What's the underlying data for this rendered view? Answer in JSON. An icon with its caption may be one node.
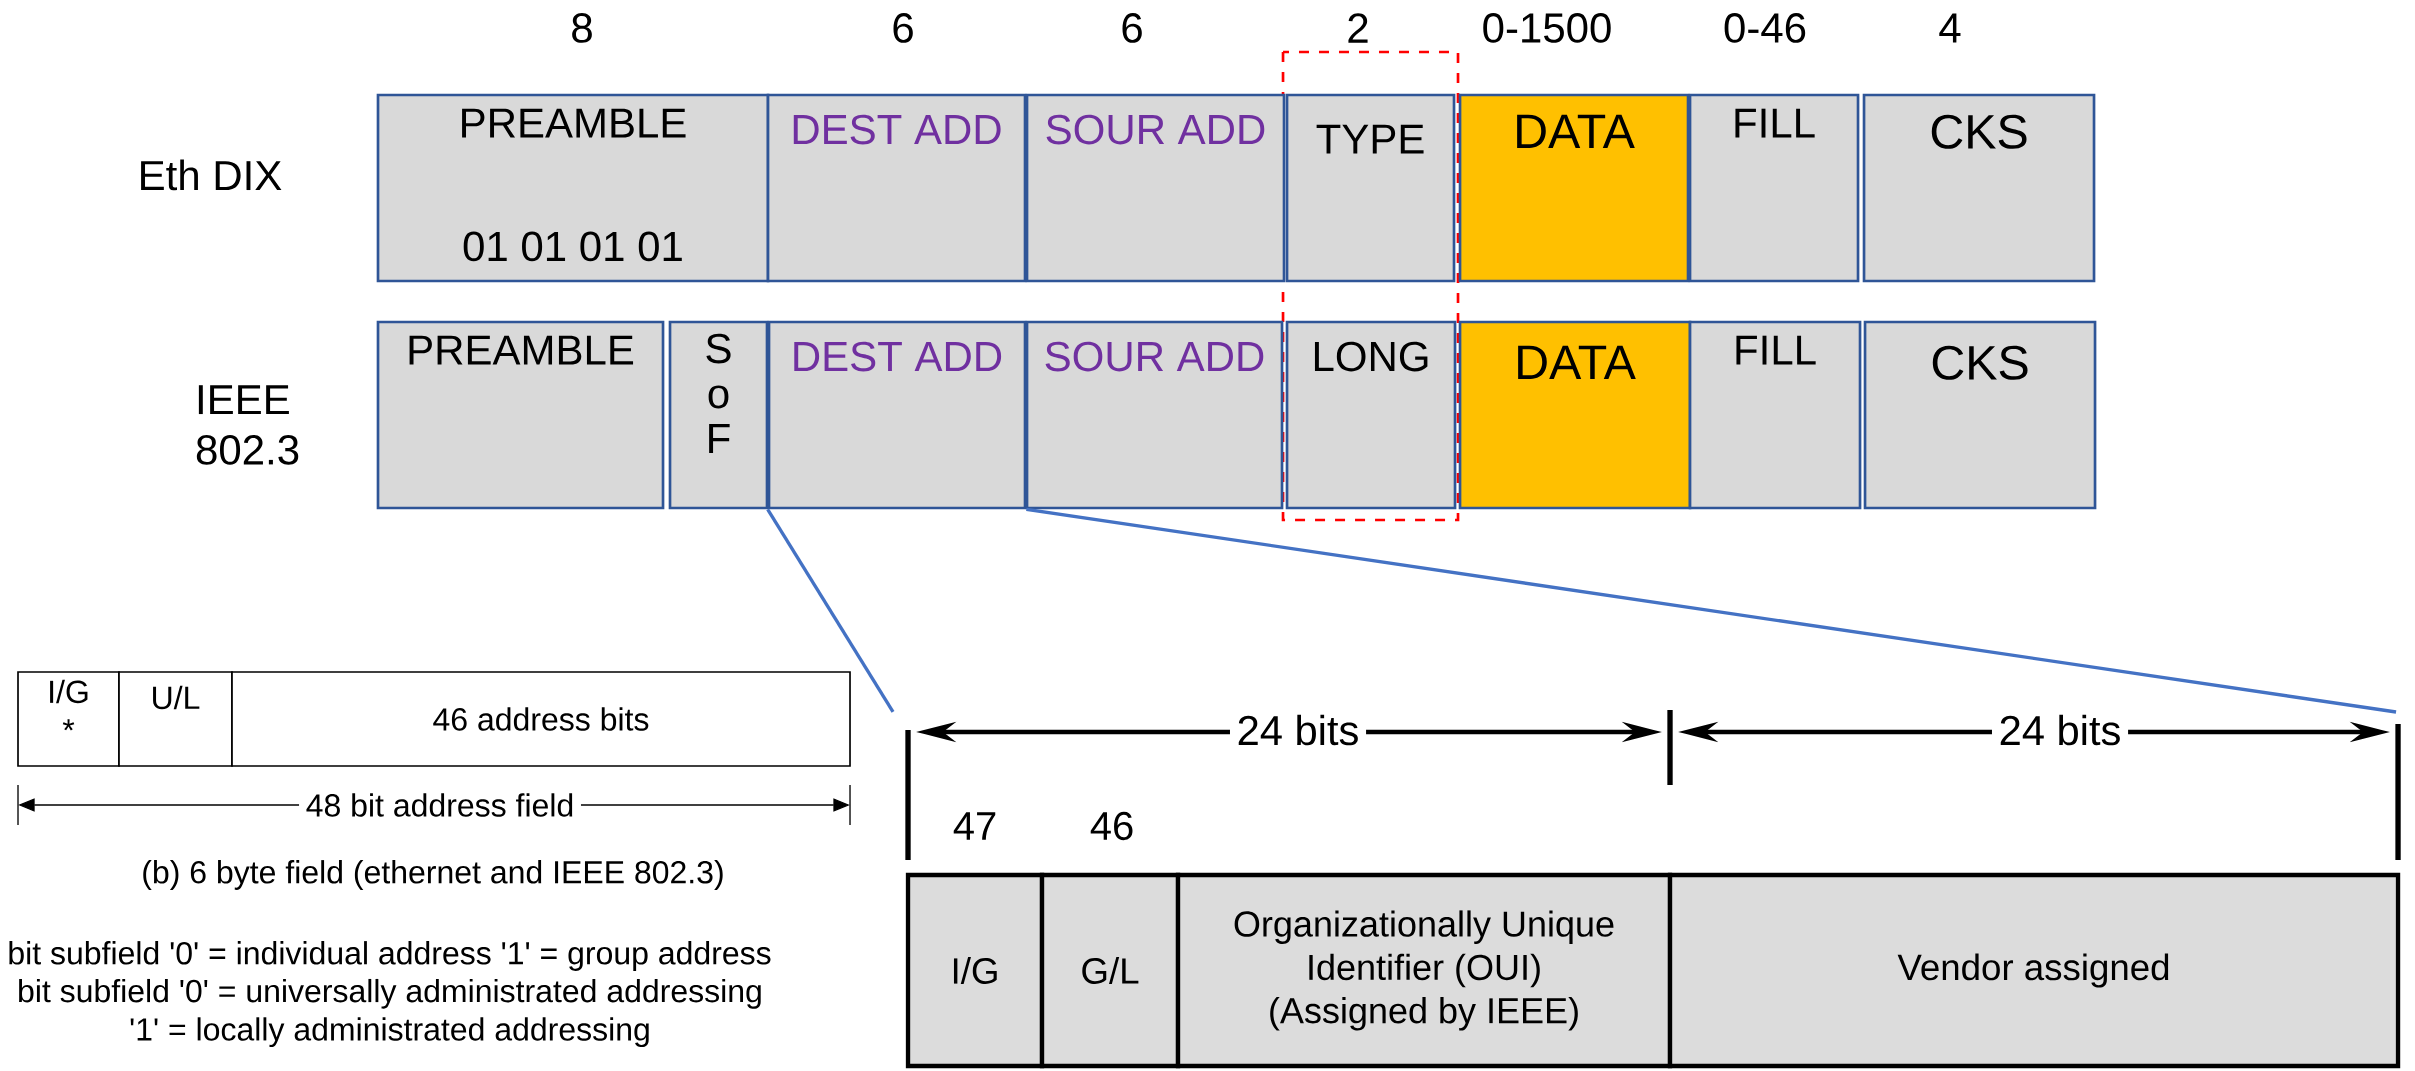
{
  "diagram": {
    "nodes": [
      {
        "text": [
          "PREAMBLE",
          "01 01 01 01"
        ]
      },
      {
        "text": [
          "DEST ADD"
        ]
      },
      {
        "text": [
          "SOUR ADD"
        ]
      },
      {
        "text": [
          "TYPE"
        ]
      },
      {
        "text": [
          "DATA"
        ]
      },
      {
        "text": [
          "FILL"
        ]
      },
      {
        "text": [
          "CKS"
        ]
      },
      {
        "text": [
          "PREAMBLE"
        ]
      },
      {
        "text": [
          "S o F"
        ]
      },
      {
        "text": [
          "DEST ADD"
        ]
      },
      {
        "text": [
          "SOUR ADD"
        ]
      },
      {
        "text": [
          "LONG"
        ]
      },
      {
        "text": [
          "DATA"
        ]
      },
      {
        "text": [
          "FILL"
        ]
      },
      {
        "text": [
          "CKS"
        ]
      },
      {
        "text": [
          "I/G",
          "*"
        ]
      },
      {
        "text": [
          "U/L"
        ]
      },
      {
        "text": [
          "46 address bits"
        ]
      },
      {
        "text": [
          "I/G"
        ]
      },
      {
        "text": [
          "G/L"
        ]
      },
      {
        "text": [
          "Organizationally Unique Identifier (OUI) (Assigned by IEEE)"
        ]
      },
      {
        "text": [
          "Vendor assigned"
        ]
      }
    ],
    "edges": [
      {
        "from": 9,
        "to": null,
        "arrow": "none"
      },
      {
        "from": 9,
        "to": null,
        "arrow": "none"
      }
    ],
    "labels": [
      "8",
      "6",
      "6",
      "2",
      "0-1500",
      "0-46",
      "4",
      "Eth DIX",
      "IEEE 802.3",
      "48 bit address field",
      "(b) 6 byte field (ethernet and IEEE 802.3)",
      "bit subfield '0' = individual address '1' = group address",
      "bit subfield '0' = universally administrated addressing '1' = locally administrated addressing",
      "24 bits",
      "24 bits",
      "47",
      "46"
    ]
  }
}
